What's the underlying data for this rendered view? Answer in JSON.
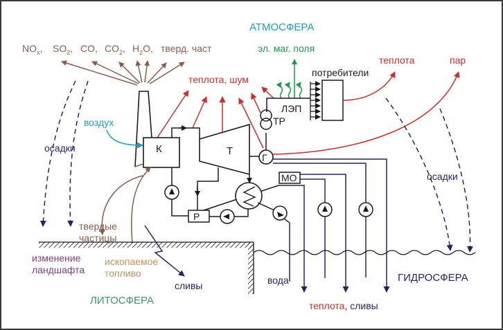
{
  "colors": {
    "atmosphere": "#1e9ad6",
    "emissions": "#8b5a4a",
    "heat": "#d42a2a",
    "emf": "#1a9a4a",
    "water": "#24246e",
    "air": "#1e9ad6",
    "solids": "#8b5a4a",
    "landscape": "#8a3a7a",
    "fuel": "#c0925a",
    "lithosphere": "#3a9a6a",
    "equipment": "#1a1a1a"
  },
  "spheres": {
    "atmosphere": "АТМОСФЕРА",
    "hydrosphere": "ГИДРОСФЕРА",
    "lithosphere": "ЛИТОСФЕРА"
  },
  "emissions": {
    "nox": "NO",
    "nox_sub": "x",
    "so2": "SO",
    "so2_sub": "2",
    "co": "CO,",
    "co2": "CO",
    "co2_sub": "2",
    "h2o_h": "H",
    "h2o_sub": "2",
    "h2o_o": "O,",
    "solid": "тверд. част",
    "sep1": ",",
    "sep2": ","
  },
  "labels": {
    "heat_noise": "теплота, шум",
    "emf": "эл. маг. поля",
    "heat": "теплота",
    "steam": "пар",
    "consumers": "потребители",
    "air": "воздух",
    "precip_left": "осадки",
    "precip_right": "осадки",
    "solids_1": "твердые",
    "solids_2": "частицы",
    "landscape_1": "изменение",
    "landscape_2": "ландшафта",
    "fuel_1": "ископаемое",
    "fuel_2": "топливо",
    "discharges": "сливы",
    "water": "вода",
    "bottom_heat": "теплота",
    "bottom_comma_discharges": ", сливы"
  },
  "equipment": {
    "boiler": "К",
    "turbine": "Т",
    "generator": "Г",
    "transformer": "ТР",
    "power_line": "ЛЭП",
    "oil_cooler": "МО",
    "regenerator": "Р"
  }
}
